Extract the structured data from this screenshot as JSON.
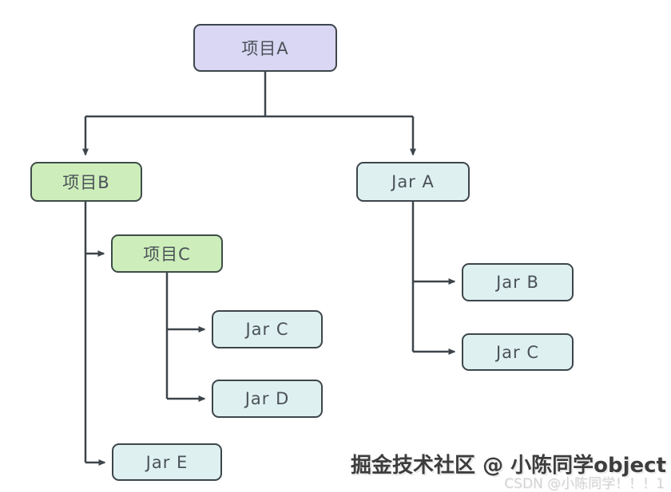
{
  "diagram": {
    "title": "dependency-tree",
    "nodes": {
      "project_a": {
        "label": "项目A",
        "type": "project-root"
      },
      "project_b": {
        "label": "项目B",
        "type": "project"
      },
      "jar_a": {
        "label": "Jar A",
        "type": "jar"
      },
      "project_c": {
        "label": "项目C",
        "type": "project"
      },
      "jar_c_mid": {
        "label": "Jar C",
        "type": "jar"
      },
      "jar_d": {
        "label": "Jar D",
        "type": "jar"
      },
      "jar_e": {
        "label": "Jar E",
        "type": "jar"
      },
      "jar_b": {
        "label": "Jar B",
        "type": "jar"
      },
      "jar_c_right": {
        "label": "Jar C",
        "type": "jar"
      }
    },
    "edges": [
      {
        "from": "项目A",
        "to": "项目B"
      },
      {
        "from": "项目A",
        "to": "Jar A"
      },
      {
        "from": "项目B",
        "to": "项目C"
      },
      {
        "from": "项目B",
        "to": "Jar E"
      },
      {
        "from": "项目C",
        "to": "Jar C"
      },
      {
        "from": "项目C",
        "to": "Jar D"
      },
      {
        "from": "Jar A",
        "to": "Jar B"
      },
      {
        "from": "Jar A",
        "to": "Jar C"
      }
    ]
  },
  "watermark": {
    "primary": "掘金技术社区 @ 小陈同学object",
    "secondary": "CSDN @小陈同学！！！1"
  },
  "colors": {
    "root-fill": "#d9d7f3",
    "project-fill": "#cdeebb",
    "jar-fill": "#def1f0",
    "border": "#3d454b",
    "line": "#3d454b",
    "text": "#4b5157"
  }
}
